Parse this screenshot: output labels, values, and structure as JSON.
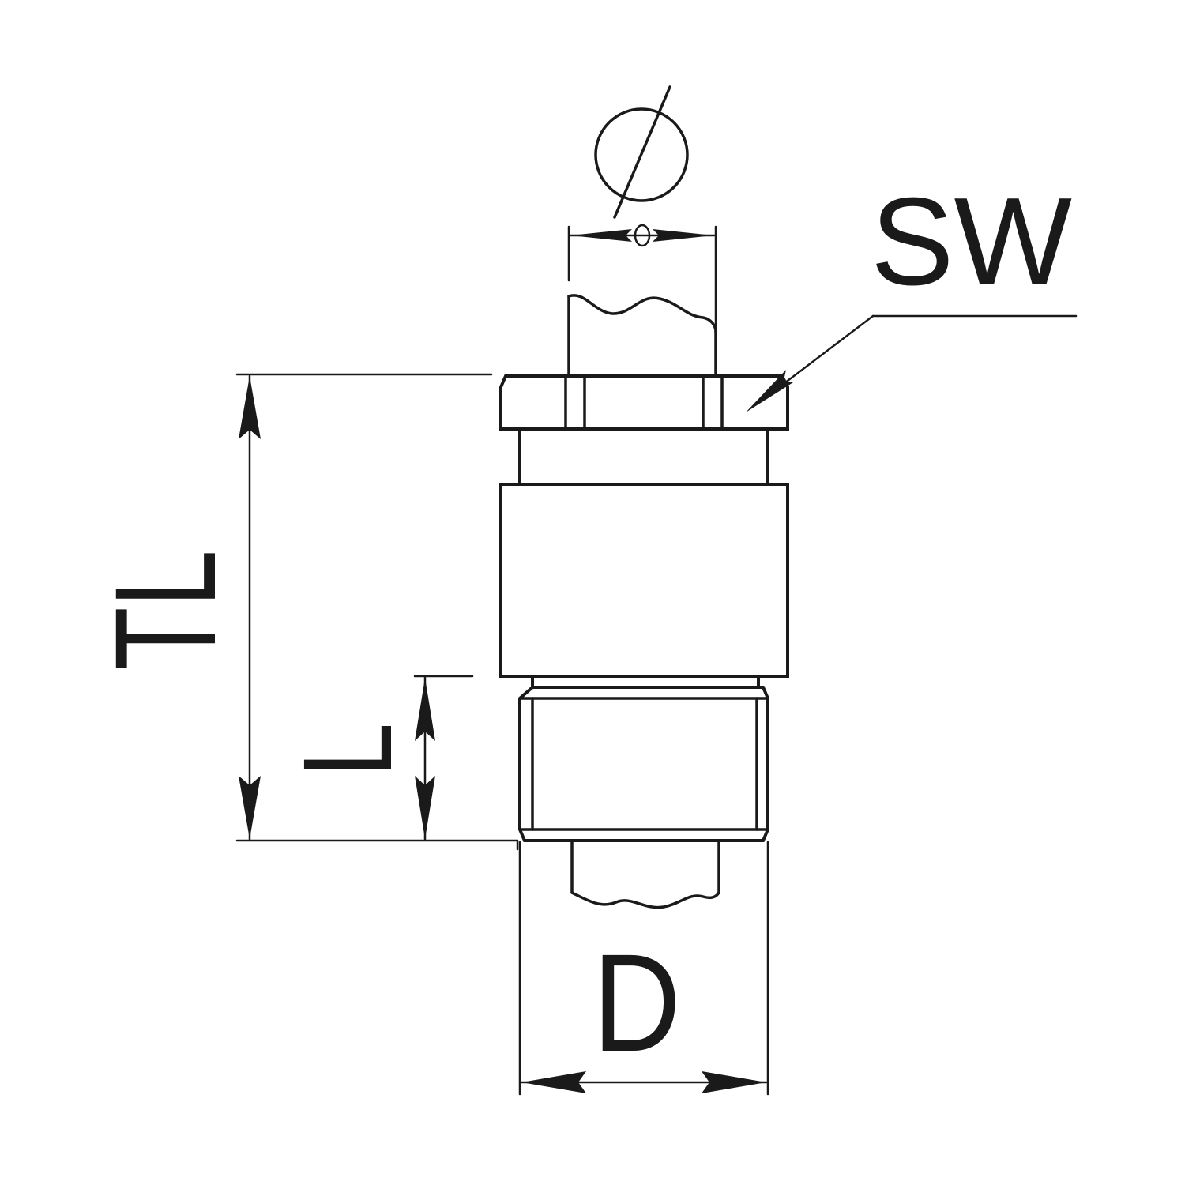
{
  "labels": {
    "sw": "SW",
    "tl": "TL",
    "l": "L",
    "d": "D"
  },
  "colors": {
    "line": "#1a1a1a",
    "background": "#ffffff"
  },
  "icons": {
    "diameter": "diameter-symbol-icon"
  }
}
